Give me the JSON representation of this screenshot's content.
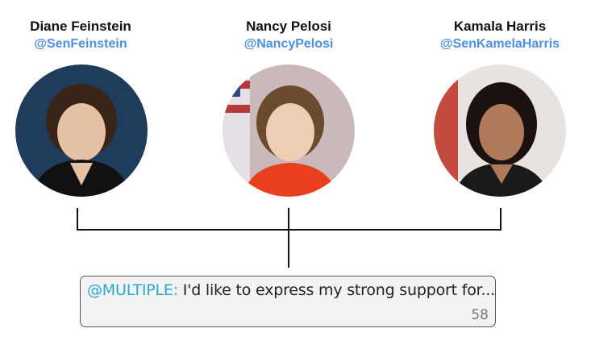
{
  "profiles": [
    {
      "name": "Diane Feinstein",
      "handle": "@SenFeinstein",
      "bg": "#1f3c5c",
      "top_color": "#111111",
      "skin": "#e6c1a3",
      "hair": "#3a2418"
    },
    {
      "name": "Nancy Pelosi",
      "handle": "@NancyPelosi",
      "bg": "#c9b9b8",
      "top_color": "#e8401f",
      "skin": "#efcdb5",
      "hair": "#6b4a2e"
    },
    {
      "name": "Kamala Harris",
      "handle": "@SenKamelaHarris",
      "bg": "#c24a3e",
      "top_color": "#1a1a1a",
      "skin": "#b07a5a",
      "hair": "#1b1210"
    }
  ],
  "tweet": {
    "mention": "@MULTIPLE:",
    "text": " I'd like to express my strong support for...",
    "char_count": "58"
  },
  "colors": {
    "handle": "#4a90e2",
    "mention": "#27a9d6",
    "line": "#111111"
  }
}
